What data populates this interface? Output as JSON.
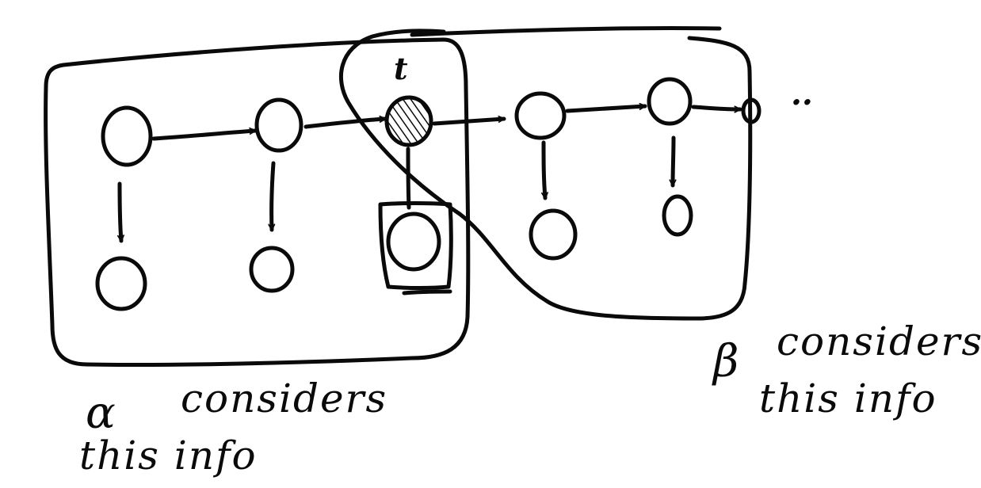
{
  "diagram": {
    "time_step_label": "t",
    "continuation": "..",
    "alpha": {
      "symbol": "α",
      "caption_line1": "considers",
      "caption_line2": "this info"
    },
    "beta": {
      "symbol": "β",
      "caption_line1": "considers",
      "caption_line2": "this info"
    },
    "hidden_states": 6,
    "observations": 5,
    "highlighted_hidden_state_index": 2,
    "boxed_observation_index": 2
  }
}
